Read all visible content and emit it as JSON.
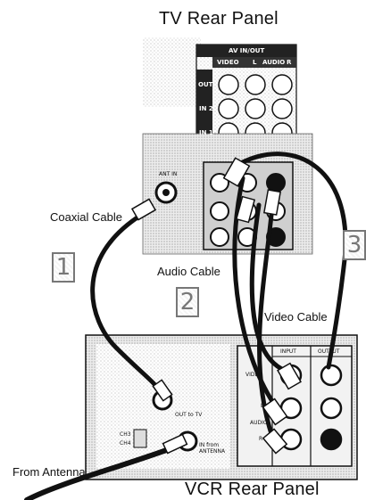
{
  "titles": {
    "tv_rear_panel": "TV Rear Panel",
    "vcr_rear_panel": "VCR Rear Panel"
  },
  "cables": {
    "coaxial": "Coaxial Cable",
    "audio": "Audio Cable",
    "video": "Video Cable",
    "from_antenna": "From Antenna"
  },
  "steps": [
    "1",
    "2",
    "3"
  ],
  "tv_panel": {
    "av_header": "AV IN/OUT",
    "video_col": "VIDEO",
    "left_col": "L",
    "audio_col": "AUDIO",
    "right_col": "R",
    "rows": [
      "OUT",
      "IN 2",
      "IN 1"
    ],
    "ant_in": "ANT IN"
  },
  "vcr_panel": {
    "input": "INPUT",
    "output": "OUTPUT",
    "video": "VIDEO",
    "left": "L",
    "audio": "AUDIO",
    "right": "R",
    "out_to_tv": "OUT to TV",
    "in_from_antenna": "IN from ANTENNA",
    "ch3": "CH3",
    "ch4": "CH4"
  },
  "colors": {
    "cable": "#111111",
    "panel_stipple": "#e6e6e6",
    "label_dark": "#222222"
  }
}
